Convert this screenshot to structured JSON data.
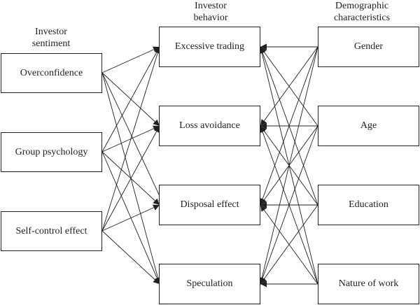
{
  "columns": {
    "sentiment": {
      "header_line1": "Investor",
      "header_line2": "sentiment",
      "items": [
        "Overconfidence",
        "Group psychology",
        "Self-control effect"
      ]
    },
    "behavior": {
      "header_line1": "Investor",
      "header_line2": "behavior",
      "items": [
        "Excessive trading",
        "Loss avoidance",
        "Disposal effect",
        "Speculation"
      ]
    },
    "demographic": {
      "header_line1": "Demographic",
      "header_line2": "characteristics",
      "items": [
        "Gender",
        "Age",
        "Education",
        "Nature of work"
      ]
    }
  },
  "edges": {
    "sentiment_to_behavior": "all",
    "demographic_to_behavior": "all"
  },
  "colors": {
    "stroke": "#231f20",
    "background": "#ffffff"
  }
}
